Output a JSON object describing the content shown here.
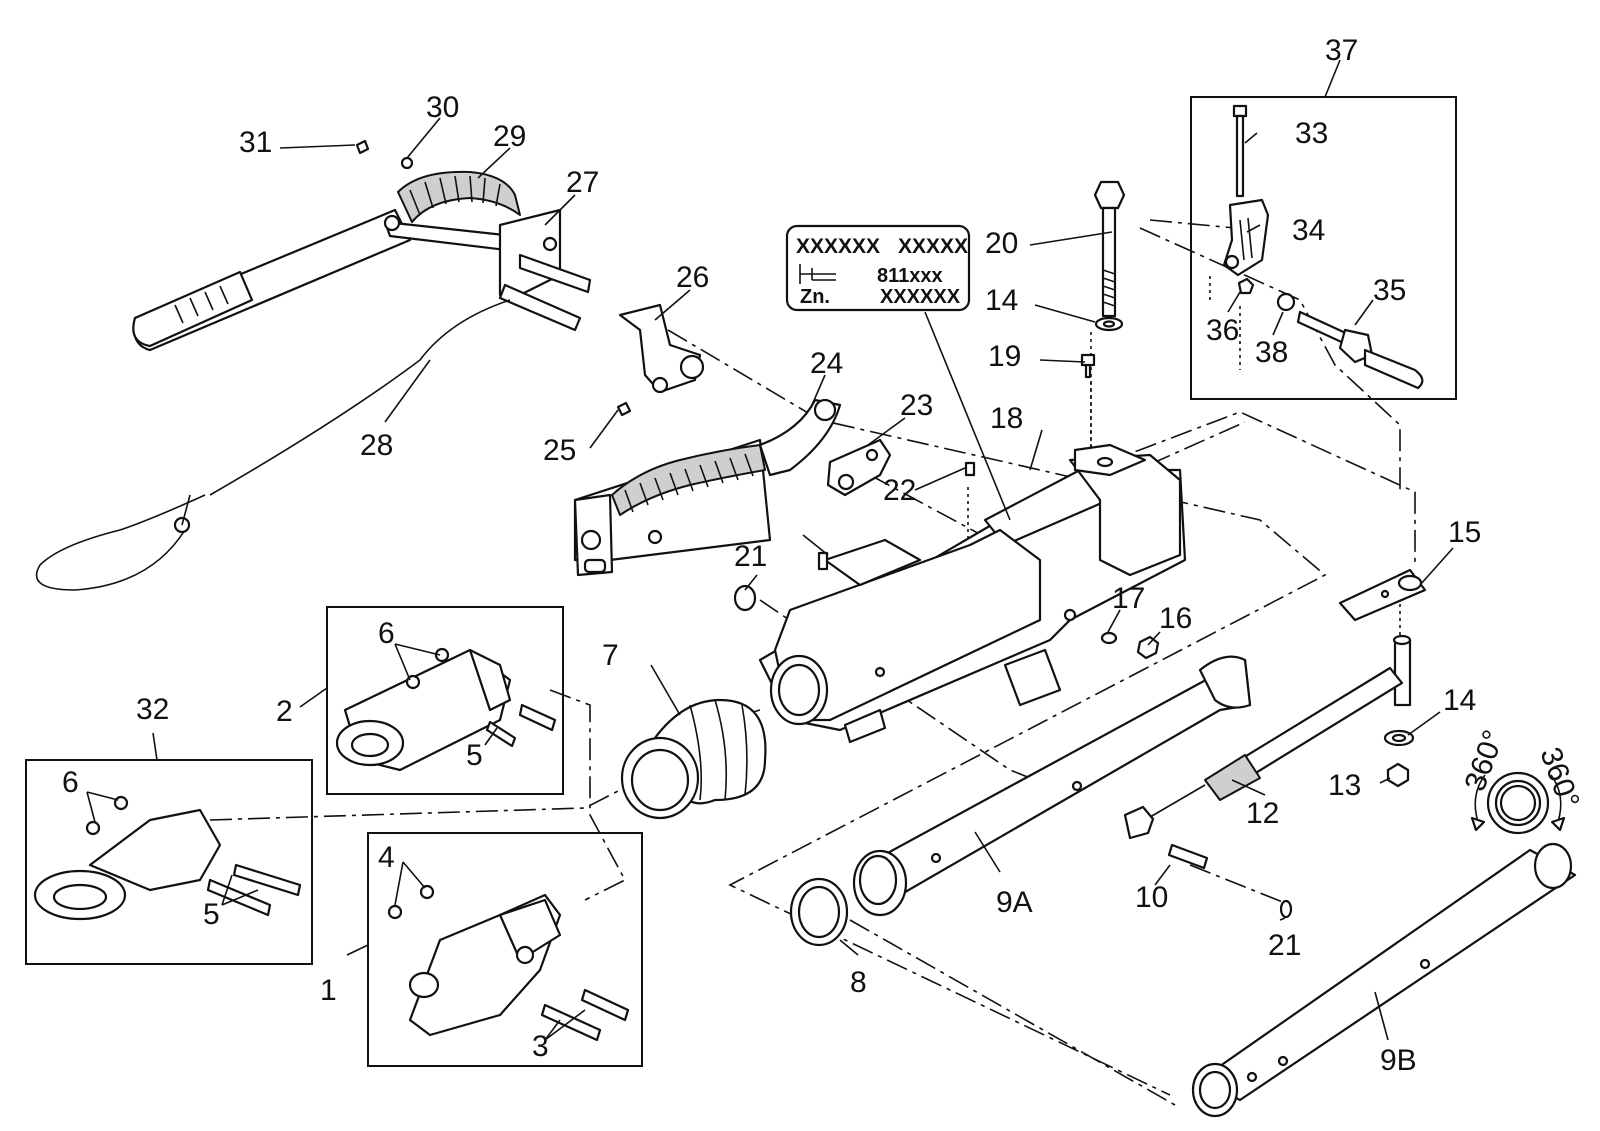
{
  "callouts": [
    "1",
    "2",
    "3",
    "4",
    "5",
    "5",
    "6",
    "6",
    "7",
    "8",
    "9A",
    "9B",
    "10",
    "12",
    "13",
    "14",
    "14",
    "15",
    "16",
    "17",
    "18",
    "19",
    "20",
    "21",
    "21",
    "22",
    "23",
    "24",
    "25",
    "26",
    "27",
    "28",
    "29",
    "30",
    "31",
    "32",
    "33",
    "34",
    "35",
    "36",
    "37",
    "38"
  ],
  "nameplate": {
    "row1_left": "XXXXXX",
    "row1_right": "XXXXX",
    "row2_right": "811xxx",
    "row3_left": "Zn.",
    "row3_right": "XXXXXX"
  },
  "rotation_labels": [
    "360°",
    "360°"
  ]
}
